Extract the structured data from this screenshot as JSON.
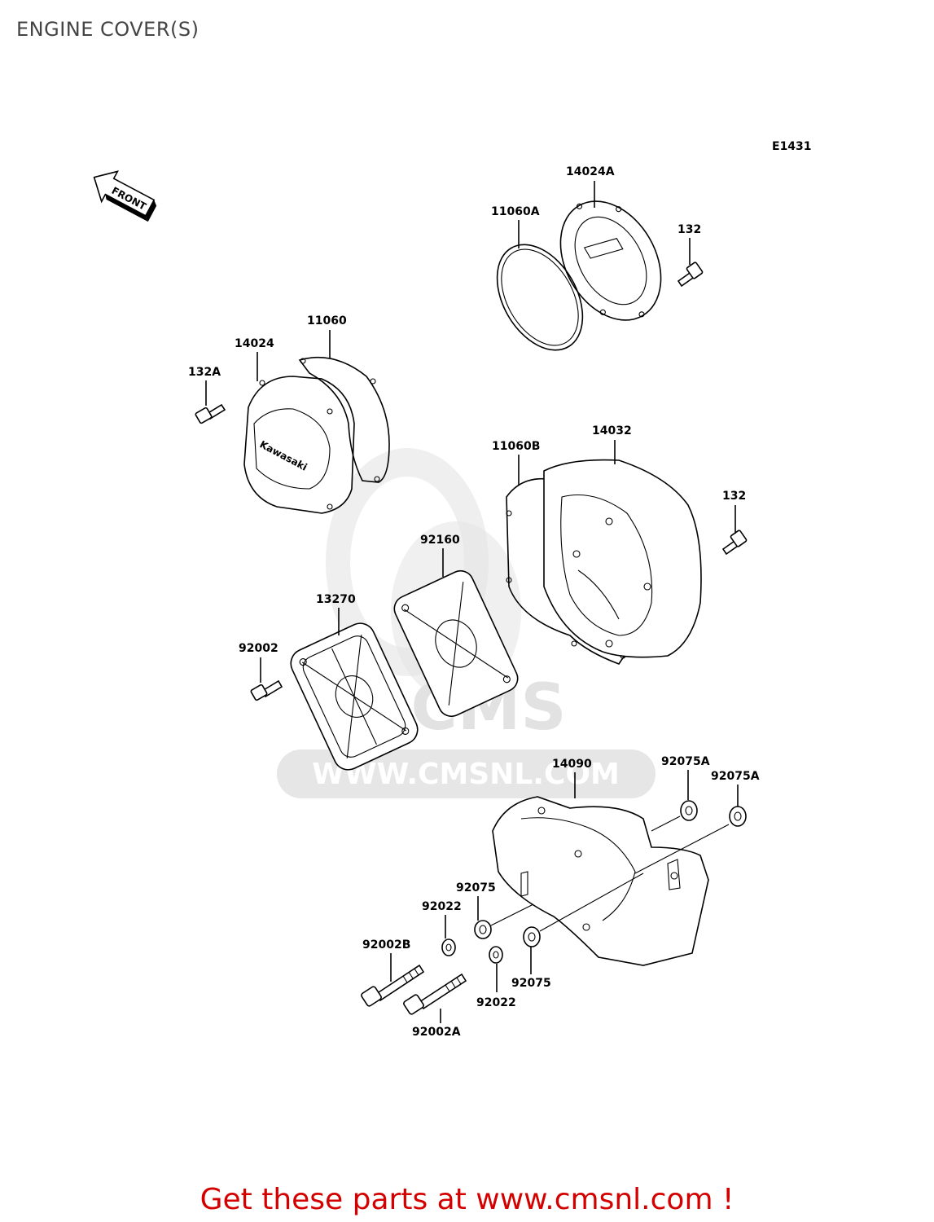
{
  "page": {
    "title": "ENGINE COVER(S)"
  },
  "diagram": {
    "ref_code": "E1431",
    "front_arrow_text": "FRONT",
    "watermark_text": "WWW.CMSNL.COM",
    "watermark_brand": "CMS",
    "parts": [
      {
        "id": "p-14024a",
        "label": "14024A"
      },
      {
        "id": "p-11060a",
        "label": "11060A"
      },
      {
        "id": "p-132-top",
        "label": "132"
      },
      {
        "id": "p-11060",
        "label": "11060"
      },
      {
        "id": "p-14024",
        "label": "14024"
      },
      {
        "id": "p-132a",
        "label": "132A"
      },
      {
        "id": "p-14032",
        "label": "14032"
      },
      {
        "id": "p-11060b",
        "label": "11060B"
      },
      {
        "id": "p-132-mid",
        "label": "132"
      },
      {
        "id": "p-92160",
        "label": "92160"
      },
      {
        "id": "p-13270",
        "label": "13270"
      },
      {
        "id": "p-92002",
        "label": "92002"
      },
      {
        "id": "p-14090",
        "label": "14090"
      },
      {
        "id": "p-92075a-1",
        "label": "92075A"
      },
      {
        "id": "p-92075a-2",
        "label": "92075A"
      },
      {
        "id": "p-92075-1",
        "label": "92075"
      },
      {
        "id": "p-92022-1",
        "label": "92022"
      },
      {
        "id": "p-92002b",
        "label": "92002B"
      },
      {
        "id": "p-92022-2",
        "label": "92022"
      },
      {
        "id": "p-92075-2",
        "label": "92075"
      },
      {
        "id": "p-92002a",
        "label": "92002A"
      }
    ]
  },
  "footer": {
    "text": "Get these parts at www.cmsnl.com !"
  }
}
